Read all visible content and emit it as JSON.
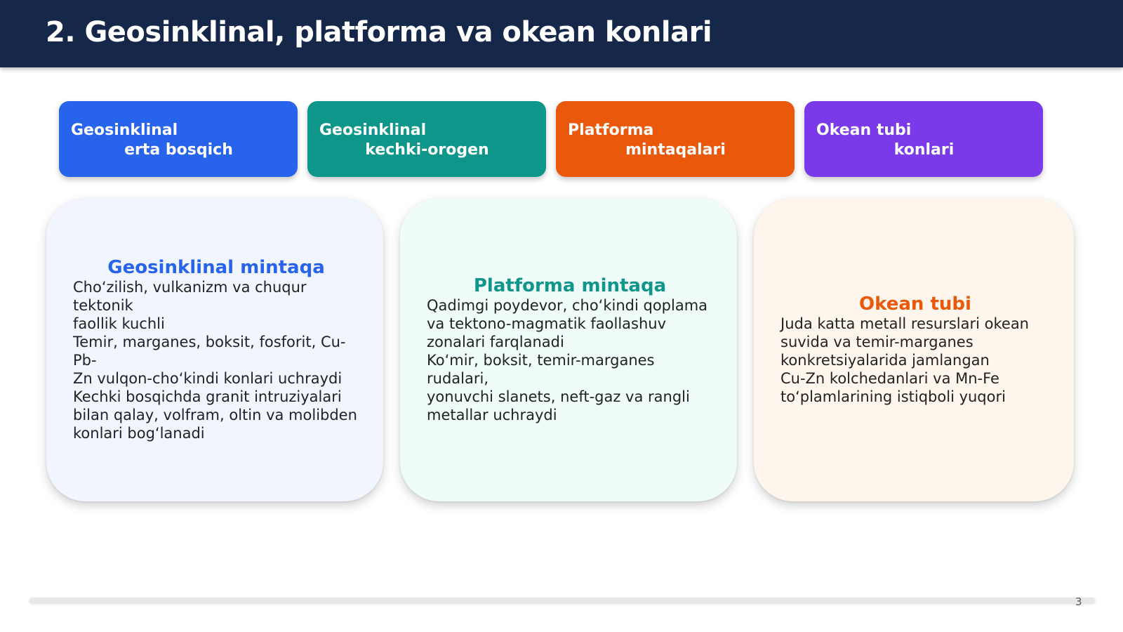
{
  "header": {
    "title": "2. Geosinklinal, platforma va okean konlari"
  },
  "stages": [
    {
      "line1": "Geosinklinal",
      "line2": "erta bosqich",
      "color": "#2863eb"
    },
    {
      "line1": "Geosinklinal",
      "line2": "kechki-orogen",
      "color": "#0f968a"
    },
    {
      "line1": "Platforma",
      "line2": "mintaqalari",
      "color": "#ea580c"
    },
    {
      "line1": "Okean tubi",
      "line2": "konlari",
      "color": "#7a3ae9"
    }
  ],
  "cards": [
    {
      "title": "Geosinklinal mintaqa",
      "color": "#2863eb",
      "lines": [
        "Cho‘zilish, vulkanizm va chuqur tektonik",
        "faollik kuchli",
        "Temir, marganes, boksit, fosforit, Cu-Pb-",
        "Zn vulqon-cho‘kindi konlari uchraydi",
        "Kechki bosqichda granit intruziyalari",
        "bilan qalay, volfram, oltin va molibden",
        "konlari bog‘lanadi"
      ]
    },
    {
      "title": "Platforma mintaqa",
      "color": "#0f968a",
      "lines": [
        "Qadimgi poydevor, cho‘kindi qoplama",
        "va tektono-magmatik faollashuv",
        "zonalari farqlanadi",
        "Ko‘mir, boksit, temir-marganes rudalari,",
        "yonuvchi slanets, neft-gaz va rangli",
        "metallar uchraydi"
      ]
    },
    {
      "title": "Okean tubi",
      "color": "#ea580c",
      "lines": [
        "Juda katta metall resurslari okean",
        "suvida va temir-marganes",
        "konkretsiyalarida jamlangan",
        "Cu-Zn kolchedanlari va Mn-Fe",
        "to‘plamlarining istiqboli yuqori"
      ]
    }
  ],
  "footer": {
    "page_number": "3"
  }
}
